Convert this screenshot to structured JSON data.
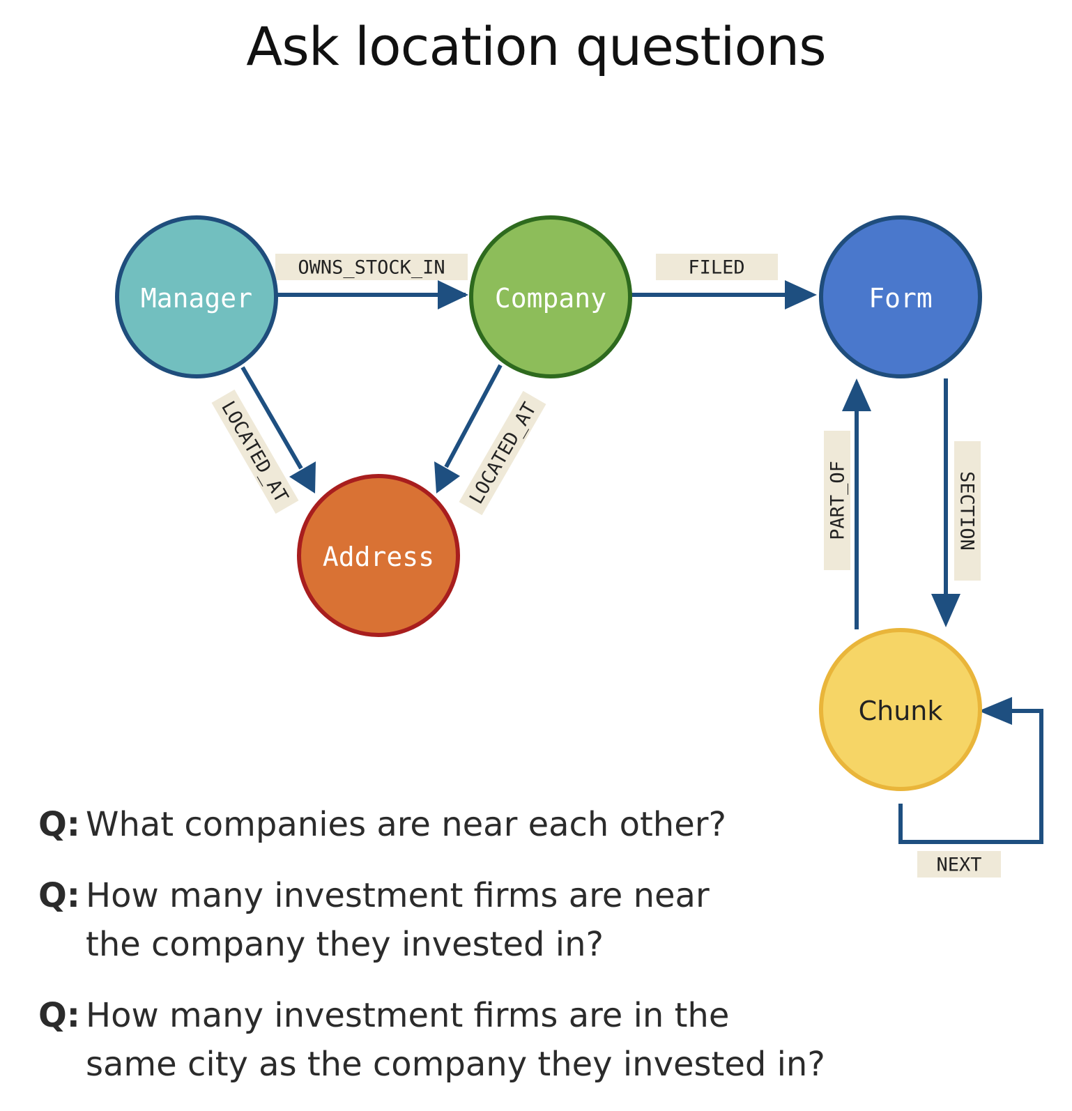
{
  "title": "Ask location questions",
  "colors": {
    "edge": "#1e4f80",
    "label_bg": "#efe9d8",
    "manager_fill": "#72bfbf",
    "manager_stroke": "#1f4d7c",
    "company_fill": "#8dbd5a",
    "company_stroke": "#2e6a1e",
    "form_fill": "#4a78cc",
    "form_stroke": "#1f4d7c",
    "address_fill": "#d97234",
    "address_stroke": "#a81e1e",
    "chunk_fill": "#f6d566",
    "chunk_stroke": "#e9b53a"
  },
  "nodes": {
    "manager": "Manager",
    "company": "Company",
    "form": "Form",
    "address": "Address",
    "chunk": "Chunk"
  },
  "edges": {
    "owns_stock_in": "OWNS_STOCK_IN",
    "filed": "FILED",
    "manager_located_at": "LOCATED_AT",
    "company_located_at": "LOCATED_AT",
    "part_of": "PART_OF",
    "section": "SECTION",
    "next": "NEXT"
  },
  "questions": [
    {
      "prefix": "Q:",
      "text": "What companies are near each other?"
    },
    {
      "prefix": "Q:",
      "text": "How many investment firms are near\nthe company they invested in?"
    },
    {
      "prefix": "Q:",
      "text": "How many investment firms are in the\nsame city as the company they invested in?"
    }
  ]
}
